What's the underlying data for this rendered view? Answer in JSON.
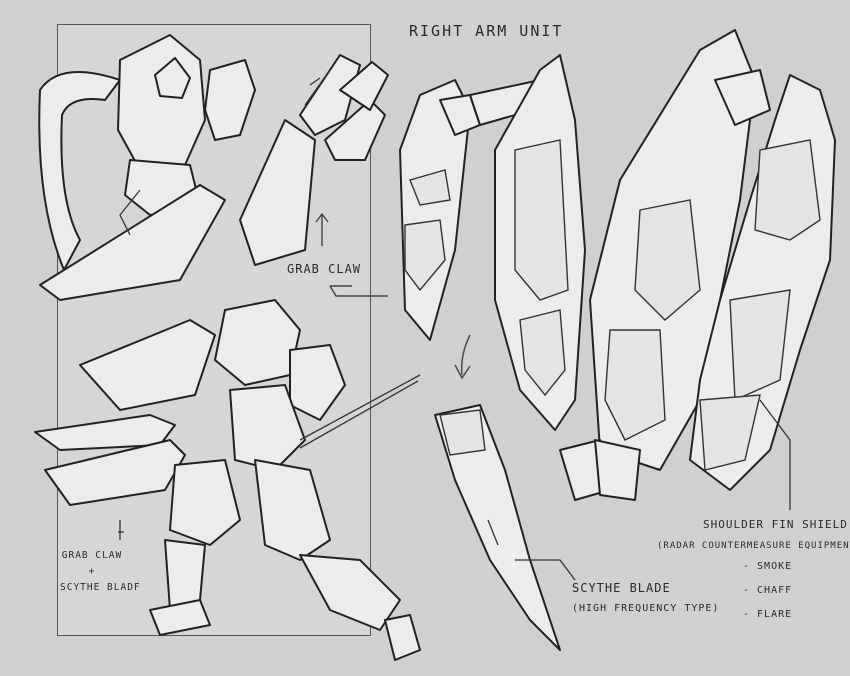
{
  "labels": {
    "title": "RIGHT ARM UNIT",
    "grab_claw": "GRAB CLAW",
    "combo_line1": "GRAB CLAW",
    "combo_line2": "+",
    "combo_line3": "SCYTHE BLADF",
    "scythe_blade": "SCYTHE BLADE",
    "scythe_type": "(HIGH FREQUENCY TYPE)",
    "shoulder_fin": "SHOULDER FIN SHIELD",
    "shoulder_fin_sub": "(RADAR COUNTERMEASURE EQUIPMENT)",
    "equipment": [
      "- SMOKE",
      "- CHAFF",
      "- FLARE"
    ]
  }
}
